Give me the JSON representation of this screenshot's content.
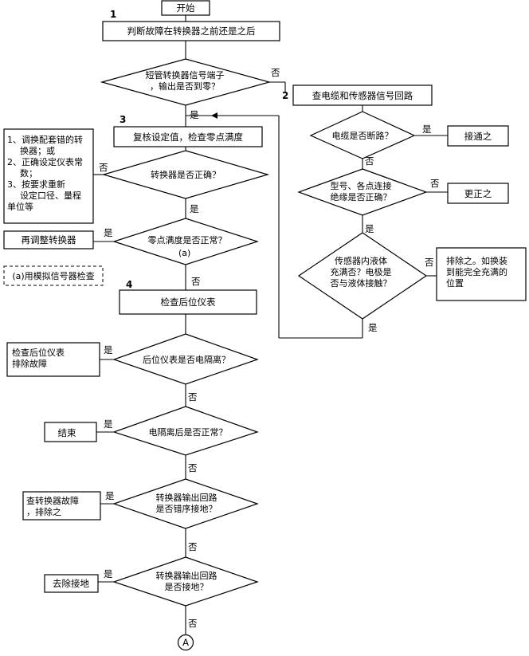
{
  "start": "开始",
  "end_connector": "A",
  "step_numbers": [
    "1",
    "2",
    "3",
    "4"
  ],
  "yes": "是",
  "no": "否",
  "note_a": "(a)",
  "nodes": {
    "step1": "判断故障在转换器之前还是之后",
    "q_short": [
      "短管转换器信号端子",
      "，输出是否到零？"
    ],
    "check_cable": "查电缆和传感器信号回路",
    "q_cable_break": "电缆是否断路？",
    "connect": "接通之",
    "q_model": [
      "型号、各点连接",
      "绝缘是否正确？"
    ],
    "correct": "更正之",
    "q_sensor": [
      "传感器内液体",
      "充满否？电极是",
      "否与液体接触？"
    ],
    "remove": [
      "排除之。如换装",
      "到能完全充满的",
      "位置"
    ],
    "review": "复核设定值，检查零点满度",
    "side_list": [
      "1、调换配套错的转",
      "换器；或",
      "2、正确设定仪表常",
      "数；",
      "3、按要求重新",
      "设定口径、量程",
      "单位等"
    ],
    "q_converter": "转换器是否正确？",
    "readjust": "再调整转换器",
    "q_zero": "零点满度是否正常？",
    "sim_check": "(a)用模拟信号器检查",
    "check_rear": "检查后位仪表",
    "rear_fix": [
      "检查后位仪表",
      "排除故障"
    ],
    "q_isolate": "后位仪表是否电隔离？",
    "finish": "结束",
    "q_after_iso": "电隔离后是否正常？",
    "conv_fault": [
      "查转换器故障",
      "，排除之"
    ],
    "q_wrong_ground": [
      "转换器输出回路",
      "是否错序接地？"
    ],
    "remove_ground": "去除接地",
    "q_ground": [
      "转换器输出回路",
      "是否接地？"
    ]
  }
}
